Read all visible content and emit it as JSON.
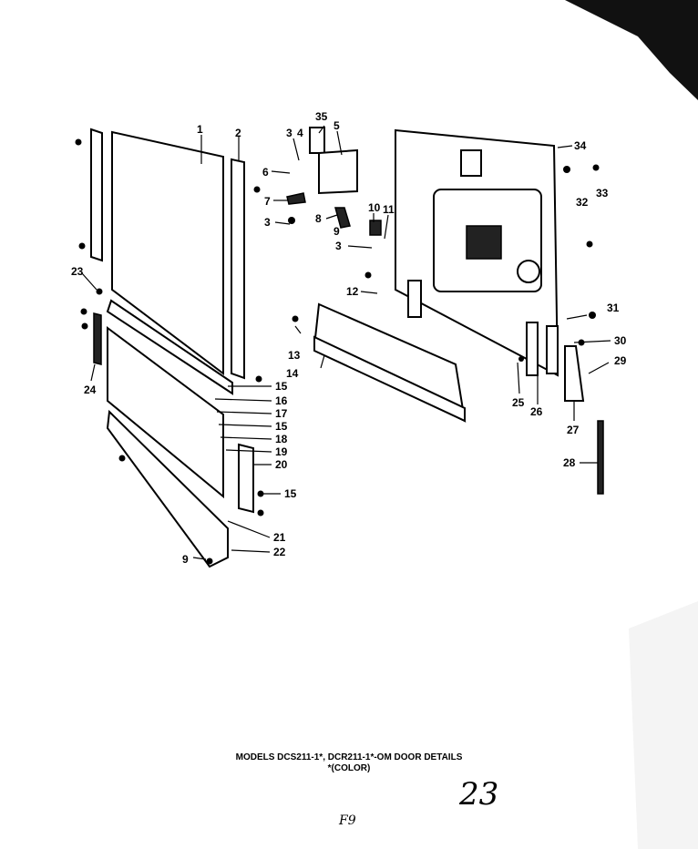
{
  "caption": {
    "line1": "MODELS DCS211-1*, DCR211-1*-OM DOOR DETAILS",
    "line2": "*(COLOR)"
  },
  "page_number": "23",
  "figure_mark": "F9",
  "callouts": [
    "1",
    "2",
    "3",
    "4",
    "35",
    "5",
    "6",
    "7",
    "3",
    "8",
    "9",
    "10",
    "11",
    "3",
    "12",
    "13",
    "14",
    "34",
    "32",
    "33",
    "23",
    "24",
    "15",
    "16",
    "17",
    "15",
    "18",
    "19",
    "20",
    "15",
    "21",
    "22",
    "9",
    "31",
    "30",
    "29",
    "25",
    "26",
    "27",
    "28"
  ]
}
